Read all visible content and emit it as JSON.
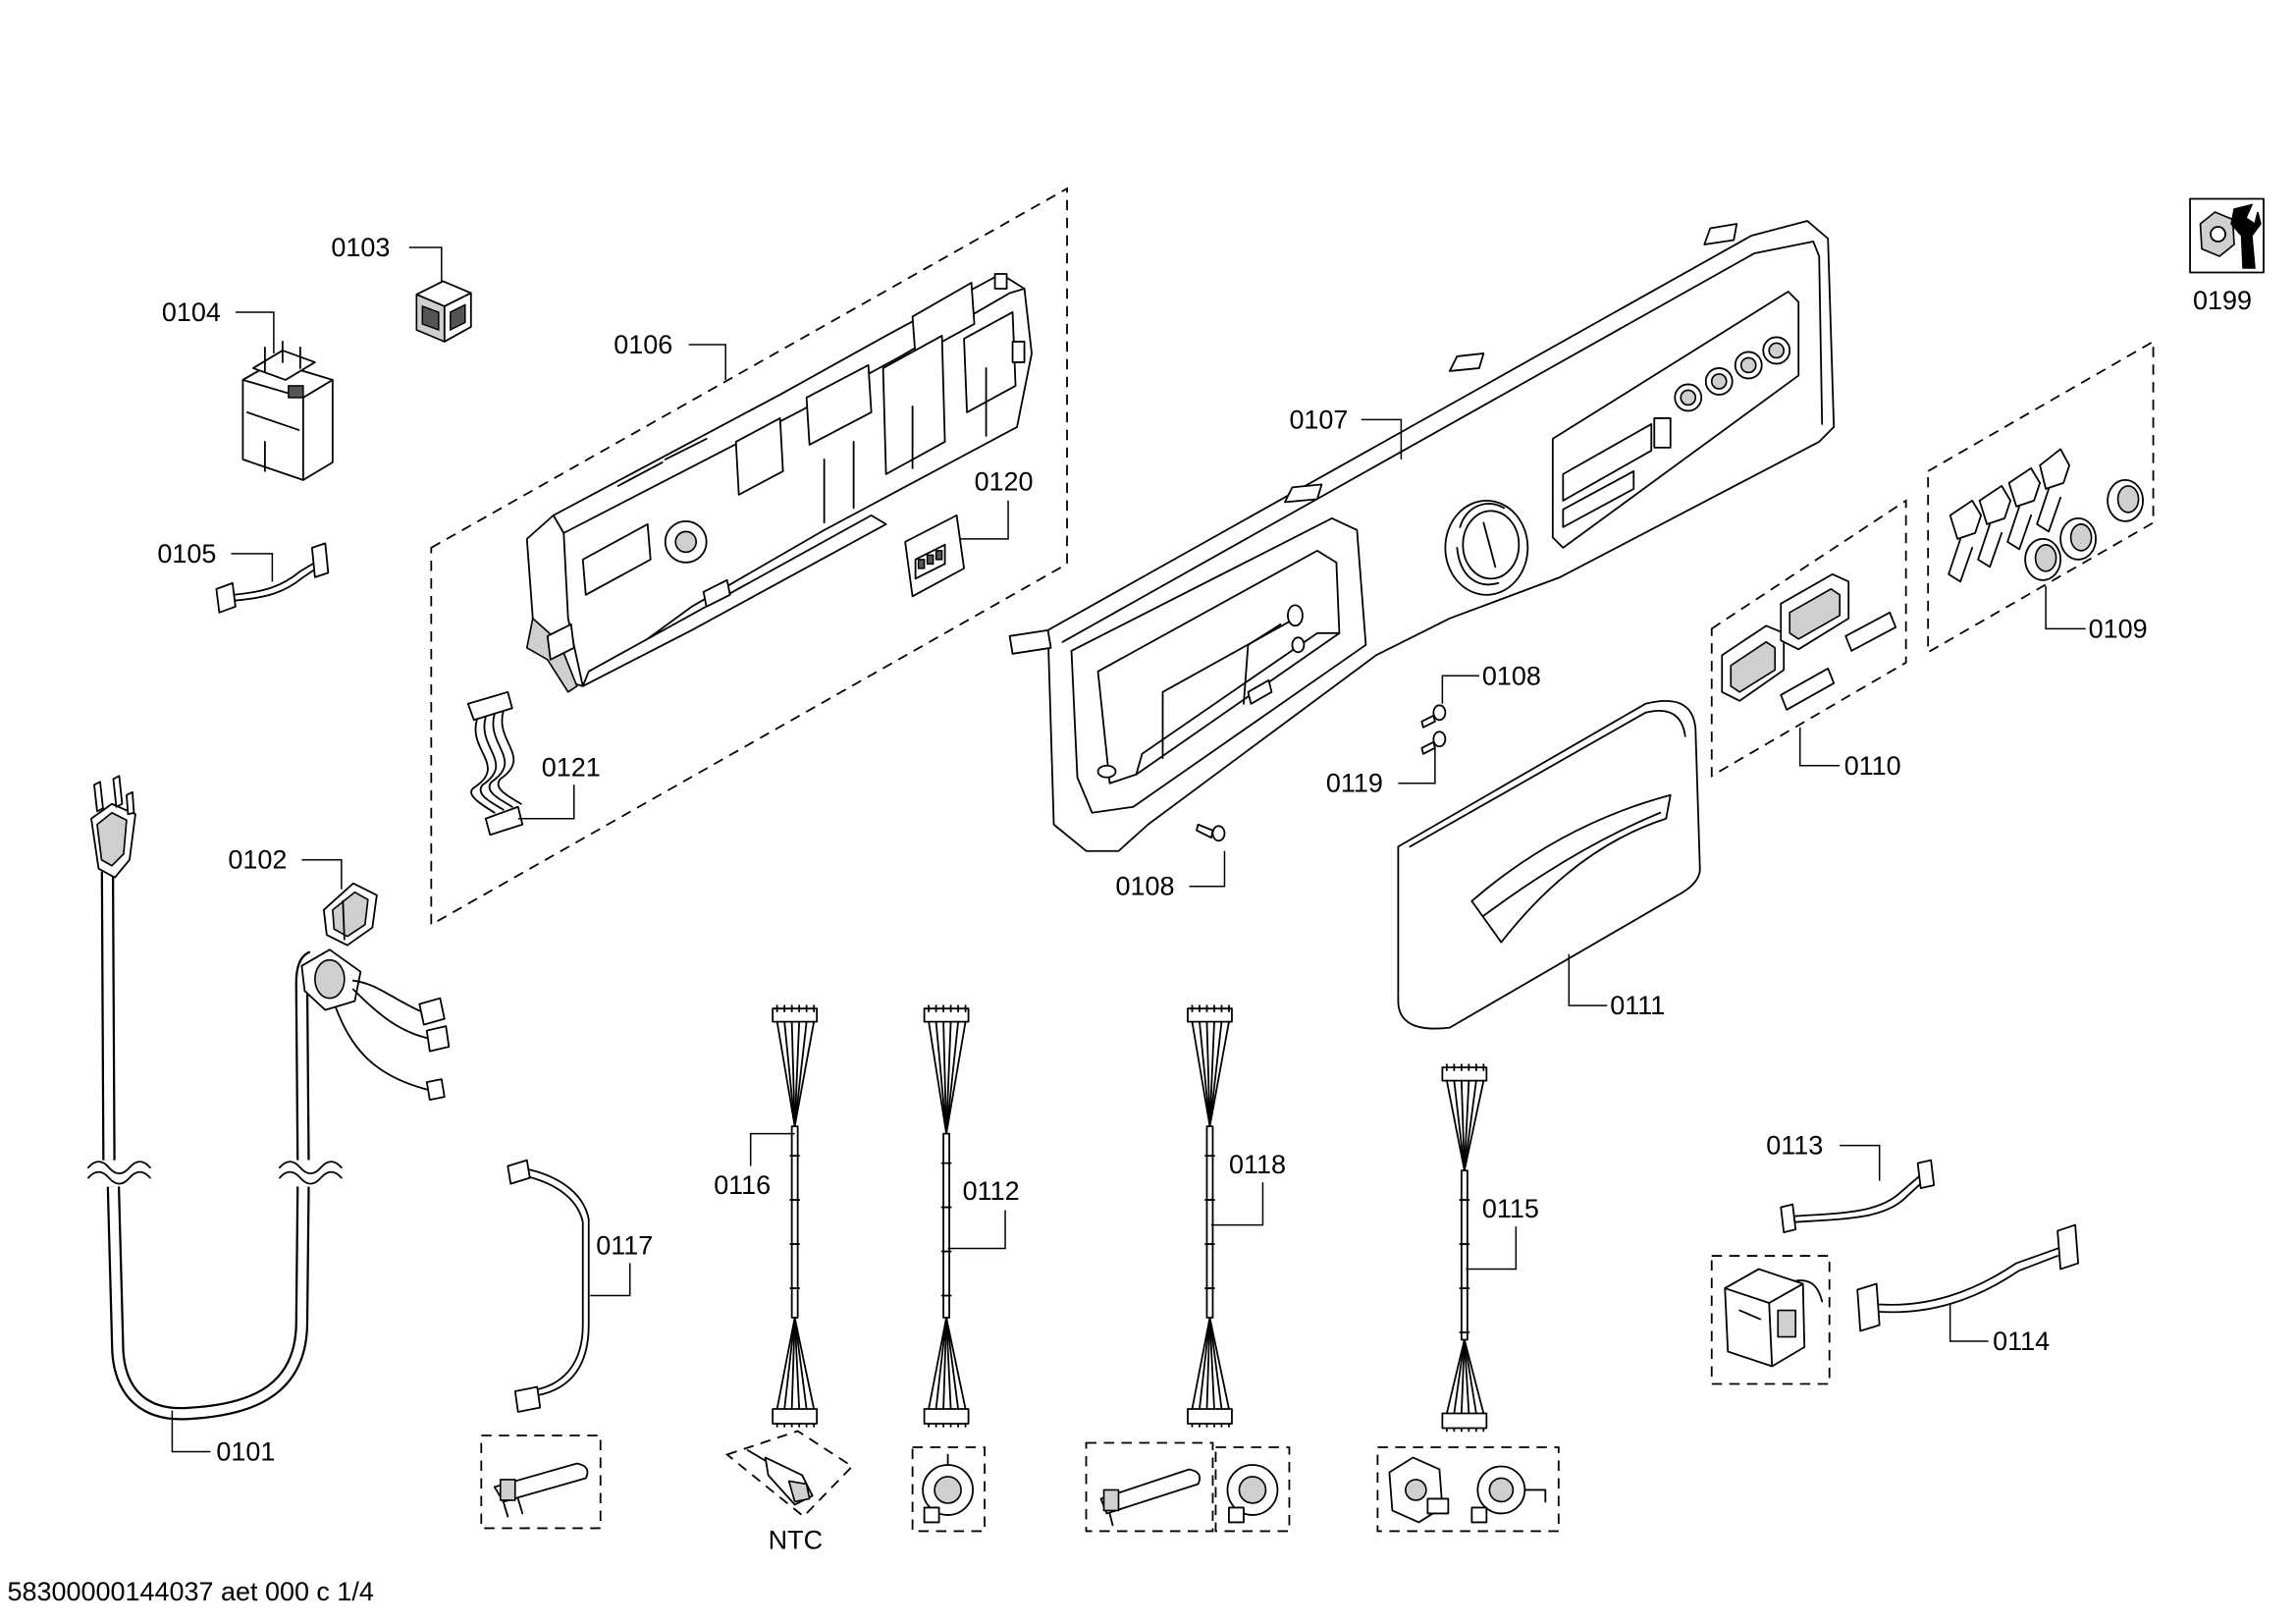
{
  "labels": {
    "p0101": "0101",
    "p0102": "0102",
    "p0103": "0103",
    "p0104": "0104",
    "p0105": "0105",
    "p0106": "0106",
    "p0107": "0107",
    "p0108_upper": "0108",
    "p0108_lower": "0108",
    "p0109": "0109",
    "p0110": "0110",
    "p0111": "0111",
    "p0112": "0112",
    "p0113": "0113",
    "p0114": "0114",
    "p0115": "0115",
    "p0116": "0116",
    "p0117": "0117",
    "p0118": "0118",
    "p0119": "0119",
    "p0120": "0120",
    "p0121": "0121",
    "p0199": "0199"
  },
  "annotations": {
    "ntc": "NTC"
  },
  "footer": {
    "document_code": "58300000144037 aet 000 c 1/4"
  },
  "icons": {
    "service": "wrench-and-nut-icon"
  }
}
